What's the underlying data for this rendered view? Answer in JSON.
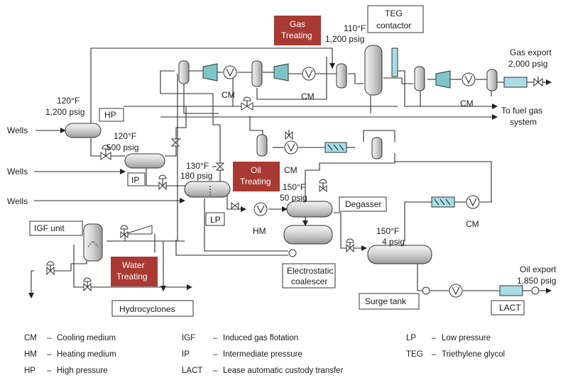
{
  "labels": {
    "wells1": "Wells",
    "wells2": "Wells",
    "wells3": "Wells",
    "hp_temp": "120°F",
    "hp_pres": "1,200 psig",
    "hp": "HP",
    "ip_temp": "120°F",
    "ip_pres": "500 psig",
    "ip": "IP",
    "lp_temp": "130°F",
    "lp_pres": "180 psig",
    "lp": "LP",
    "deg_temp": "150°F",
    "deg_pres": "50 psig",
    "degasser": "Degasser",
    "surge_temp": "150°F",
    "surge_pres": "4 psig",
    "surge_tank": "Surge tank",
    "teg_temp": "110°F",
    "teg_pres": "1,200 psig",
    "teg_contactor_1": "TEG",
    "teg_contactor_2": "contactor",
    "gas_treating_1": "Gas",
    "gas_treating_2": "Treating",
    "oil_treating_1": "Oil",
    "oil_treating_2": "Treating",
    "water_treating_1": "Water",
    "water_treating_2": "Treating",
    "gas_export_1": "Gas export",
    "gas_export_2": "2,000 psig",
    "fuel_gas_1": "To fuel gas",
    "fuel_gas_2": "system",
    "oil_export_1": "Oil export",
    "oil_export_2": "1,850 psig",
    "igf_unit": "IGF unit",
    "hydrocyclones": "Hydrocyclones",
    "coalescer_1": "Electrostatic",
    "coalescer_2": "coalescer",
    "lact": "LACT",
    "cm1": "CM",
    "cm2": "CM",
    "cm3": "CM",
    "cm4": "CM",
    "cm5": "CM",
    "hm": "HM"
  },
  "legend": [
    {
      "abbr": "CM",
      "dash": "–",
      "desc": "Cooling medium"
    },
    {
      "abbr": "HM",
      "dash": "–",
      "desc": "Heating medium"
    },
    {
      "abbr": "HP",
      "dash": "–",
      "desc": "High pressure"
    },
    {
      "abbr": "IGF",
      "dash": "–",
      "desc": "Induced gas flotation"
    },
    {
      "abbr": "IP",
      "dash": "–",
      "desc": "Intermediate pressure"
    },
    {
      "abbr": "LACT",
      "dash": "–",
      "desc": "Lease automatic custody transfer"
    },
    {
      "abbr": "LP",
      "dash": "–",
      "desc": "Low pressure"
    },
    {
      "abbr": "TEG",
      "dash": "–",
      "desc": "Triethylene glycol"
    }
  ],
  "colors": {
    "treating_block": "#a83a33",
    "compressor": "#7fc4c4",
    "heat_exchanger": "#a8dde4"
  }
}
